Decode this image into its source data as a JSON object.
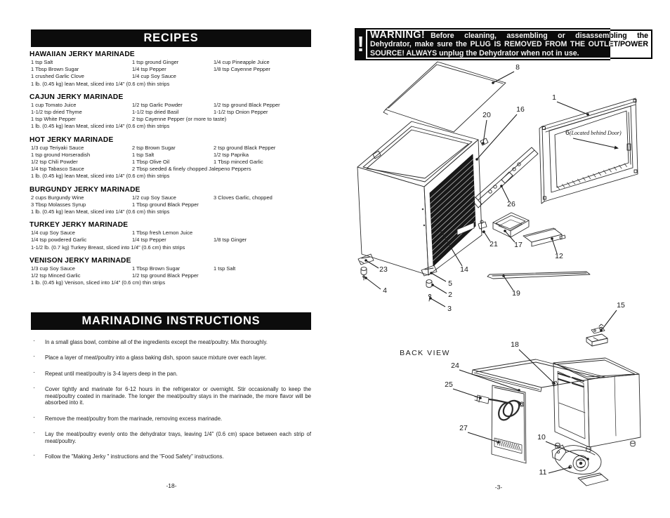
{
  "left_page": {
    "recipes_title": "RECIPES",
    "recipes": [
      {
        "title": "HAWAIIAN JERKY MARINADE",
        "rows": [
          [
            "1 tsp Salt",
            "1 tsp ground Ginger",
            "1/4 cup Pineapple Juice"
          ],
          [
            "1 Tbsp Brown Sugar",
            "1/4 tsp Pepper",
            "1/8 tsp Cayenne Pepper"
          ],
          [
            "1 crushed Garlic Clove",
            "1/4 cup Soy Sauce",
            ""
          ]
        ],
        "footer": "1 lb. (0.45 kg) lean Meat, sliced into 1/4\" (0.6 cm) thin strips"
      },
      {
        "title": "CAJUN JERKY MARINADE",
        "rows": [
          [
            "1 cup Tomato Juice",
            "1/2 tsp Garlic Powder",
            "1/2 tsp ground Black Pepper"
          ],
          [
            "1-1/2 tsp dried Thyme",
            "1-1/2 tsp dried Basil",
            "1-1/2 tsp Onion Pepper"
          ],
          [
            "1 tsp White Pepper",
            "2 tsp Cayenne Pepper (or more to taste)",
            ""
          ]
        ],
        "footer": "1 lb. (0.45 kg) lean Meat, sliced into 1/4\" (0.6 cm) thin strips"
      },
      {
        "title": "HOT JERKY MARINADE",
        "rows": [
          [
            "1/3 cup Teriyaki Sauce",
            "2 tsp Brown Sugar",
            "2 tsp ground Black Pepper"
          ],
          [
            "1 tsp ground Horseradish",
            "1 tsp Salt",
            "1/2 tsp Paprika"
          ],
          [
            "1/2 tsp Chili Powder",
            "1 Tbsp Olive Oil",
            "1 Tbsp minced Garlic"
          ],
          [
            "1/4 tsp Tabasco Sauce",
            "2 Tbsp seeded & finely chopped Jalepeno Peppers",
            ""
          ]
        ],
        "footer": "1 lb. (0.45 kg) lean Meat, sliced into 1/4\" (0.6 cm) thin strips"
      },
      {
        "title": "BURGUNDY JERKY MARINADE",
        "rows": [
          [
            "2 cups Burgundy Wine",
            "1/2 cup Soy Sauce",
            "3 Cloves Garlic, chopped"
          ],
          [
            "3 Tbsp Molasses Syrup",
            "1 Tbsp ground Black Pepper",
            ""
          ]
        ],
        "footer": "1 lb. (0.45 kg) lean Meat, sliced into 1/4\" (0.6 cm) thin strips"
      },
      {
        "title": "TURKEY JERKY MARINADE",
        "rows": [
          [
            "1/4 cup Soy Sauce",
            "1 Tbsp fresh Lemon Juice",
            ""
          ],
          [
            "1/4 tsp powdered Garlic",
            "1/4 tsp Pepper",
            "1/8 tsp Ginger"
          ]
        ],
        "footer": "1-1/2 lb. (0.7 kg) Turkey Breast, sliced into 1/4\" (0.6 cm) thin strips"
      },
      {
        "title": "VENISON JERKY MARINADE",
        "rows": [
          [
            "1/3 cup Soy Sauce",
            "1 Tbsp Brown Sugar",
            "1 tsp Salt"
          ],
          [
            "1/2 tsp Minced Garlic",
            "1/2 tsp ground Black Pepper",
            ""
          ]
        ],
        "footer": "1 lb. (0.45 kg) Venison, sliced into 1/4\" (0.6 cm) thin strips"
      }
    ],
    "marinading_title": "MARINADING INSTRUCTIONS",
    "instructions": [
      "In a small glass bowl, combine all of the ingredients except the meat/poultry.  Mix thoroughly.",
      "Place a layer of meat/poultry  into a glass baking dish, spoon sauce mixture over each layer.",
      "Repeat until meat/poultry is 3-4 layers deep in the pan.",
      "Cover tightly and marinate for 6-12 hours in the refrigerator or overnight.  Stir occasionally to keep the meat/poultry coated in marinade.  The longer the meat/poultry stays in the marinade, the more flavor will be absorbed into it.",
      "Remove the meat/poultry from the marinade, removing excess marinade.",
      "Lay the meat/poultry evenly onto the dehydrator trays, leaving 1/4\" (0.6 cm) space between each strip of meat/poultry.",
      "Follow the \"Making Jerky \" instructions and the \"Food Safety\" instructions."
    ],
    "page_number": "-18-"
  },
  "right_page": {
    "warning": {
      "exclamation": "!",
      "title": "WARNING!",
      "text": "Before cleaning, assembling or disassembling the Dehydrator, make sure the PLUG IS REMOVED FROM THE OUTLET/POWER SOURCE!  ALWAYS unplug the Dehydrator when not in use."
    },
    "diagram": {
      "back_view_label": "BACK VIEW",
      "part_labels": [
        {
          "id": "8",
          "text": "8"
        },
        {
          "id": "1",
          "text": "1"
        },
        {
          "id": "20",
          "text": "20"
        },
        {
          "id": "16",
          "text": "16"
        },
        {
          "id": "6",
          "text": "6",
          "note": "(Located behind Door)"
        },
        {
          "id": "26",
          "text": "26"
        },
        {
          "id": "21",
          "text": "21"
        },
        {
          "id": "17",
          "text": "17"
        },
        {
          "id": "12",
          "text": "12"
        },
        {
          "id": "23",
          "text": "23"
        },
        {
          "id": "4",
          "text": "4"
        },
        {
          "id": "14",
          "text": "14"
        },
        {
          "id": "5",
          "text": "5"
        },
        {
          "id": "2",
          "text": "2"
        },
        {
          "id": "3",
          "text": "3"
        },
        {
          "id": "19",
          "text": "19"
        },
        {
          "id": "15",
          "text": "15"
        },
        {
          "id": "18",
          "text": "18"
        },
        {
          "id": "24",
          "text": "24"
        },
        {
          "id": "25",
          "text": "25"
        },
        {
          "id": "27",
          "text": "27"
        },
        {
          "id": "10",
          "text": "10"
        },
        {
          "id": "11",
          "text": "11"
        }
      ]
    },
    "page_number": "-3-"
  },
  "colors": {
    "ink": "#1a1a1a",
    "bar_bg": "#0c0c0c",
    "paper": "#ffffff"
  }
}
